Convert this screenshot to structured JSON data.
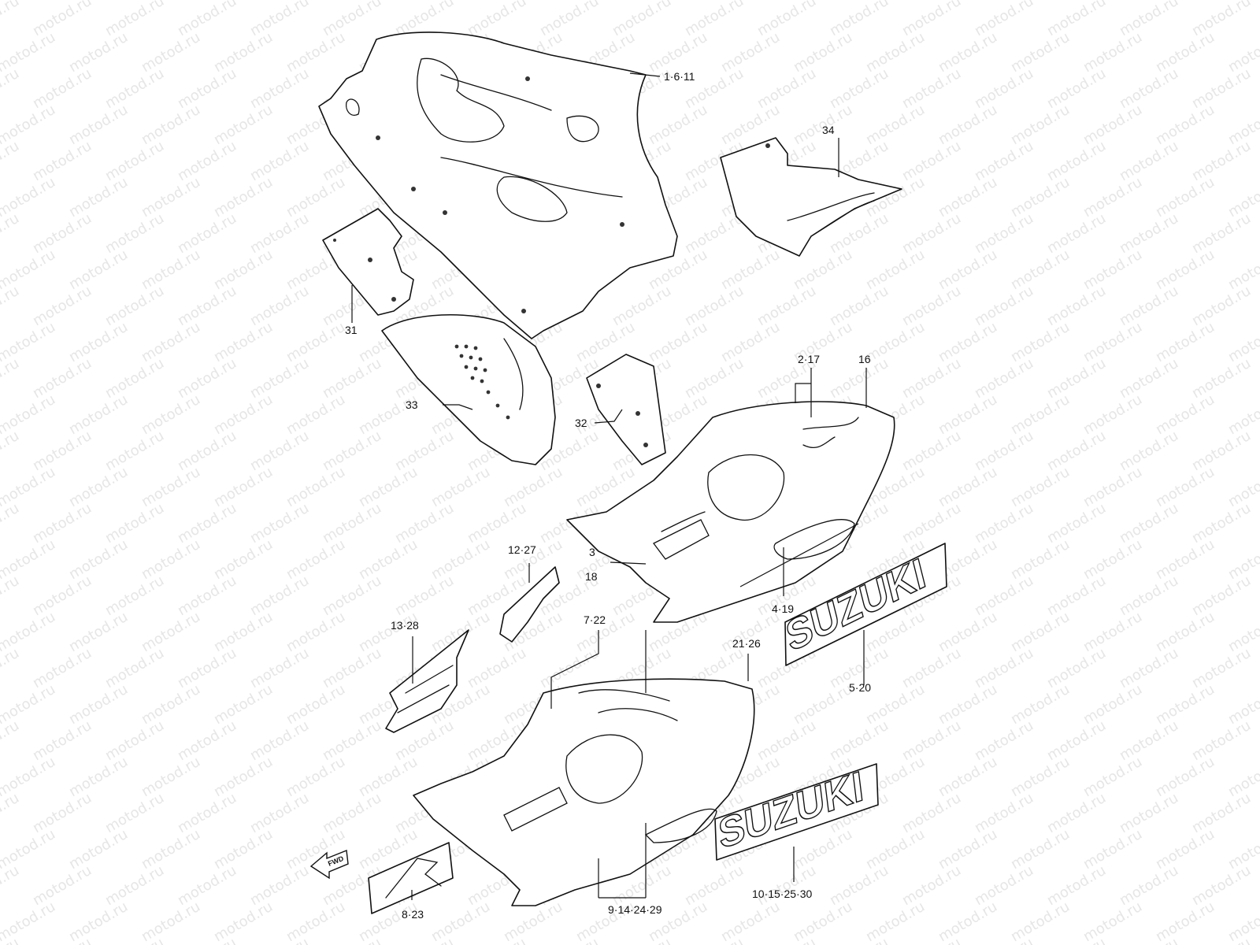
{
  "watermark": "motod.ru",
  "callouts": {
    "c1": "1·6·11",
    "c34": "34",
    "c31": "31",
    "c33": "33",
    "c32": "32",
    "c2": "2·17",
    "c16": "16",
    "c3": "3",
    "c18": "18",
    "c12": "12·27",
    "c4": "4·19",
    "c13": "13·28",
    "c7": "7·22",
    "c21": "21·26",
    "c5": "5·20",
    "c8": "8·23",
    "c9": "9·14·24·29",
    "c10": "10·15·25·30"
  },
  "decals": {
    "suzuki_upper": "SUZUKI",
    "suzuki_lower": "SUZUKI",
    "fwd": "FWD"
  }
}
